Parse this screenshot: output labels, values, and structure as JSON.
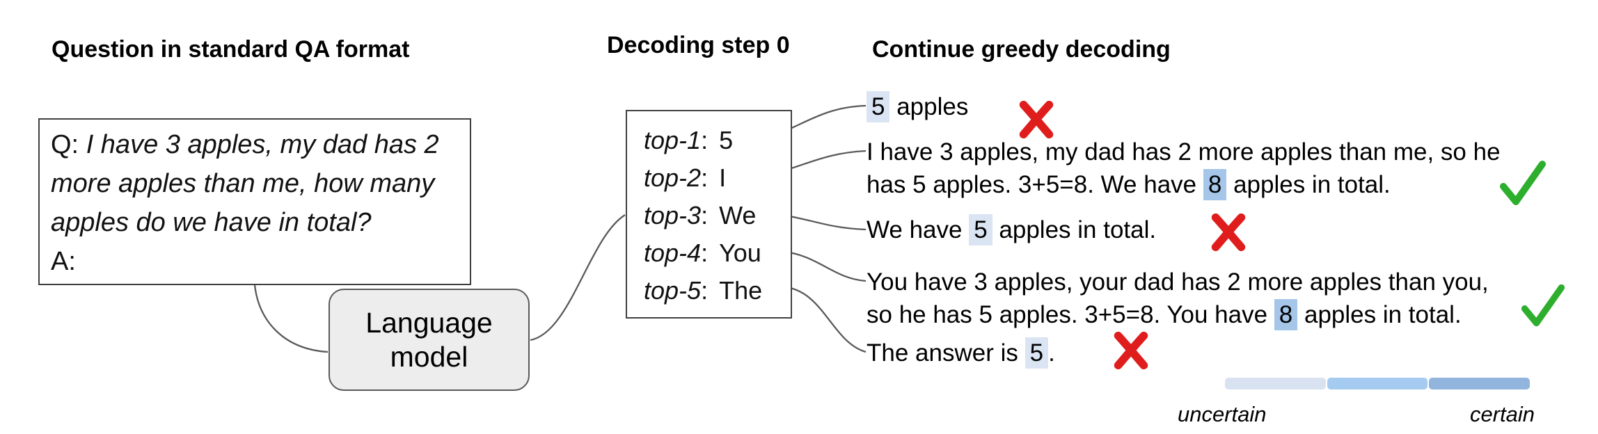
{
  "colors": {
    "highlight_light": "#dbe4f3",
    "highlight_medium": "#a5c6e9",
    "legend_1": "#d9e2f1",
    "legend_2": "#a5cbf1",
    "legend_3": "#92b5dd",
    "cross_red": "#e01d1d",
    "check_green": "#2dae2d",
    "node_fill": "#ededed",
    "line_gray": "#595959"
  },
  "qa_section": {
    "heading": "Question in standard QA format",
    "q_prefix": "Q: ",
    "q_line1": "I have 3 apples, my dad has 2",
    "q_line2": "more apples than me, how many",
    "q_line3": "apples do we have in total?",
    "a_prefix": "A:"
  },
  "language_model": {
    "label": "Language model"
  },
  "decoding": {
    "heading": "Decoding step 0",
    "candidates": [
      {
        "rank": "top-1",
        "sep": ":",
        "token": "5"
      },
      {
        "rank": "top-2",
        "sep": ":",
        "token": "I"
      },
      {
        "rank": "top-3",
        "sep": ":",
        "token": "We"
      },
      {
        "rank": "top-4",
        "sep": ":",
        "token": "You"
      },
      {
        "rank": "top-5",
        "sep": ":",
        "token": "The"
      }
    ]
  },
  "continuations": {
    "heading": "Continue greedy decoding",
    "responses": [
      {
        "hl": "5",
        "post": " apples",
        "mark": "cross"
      },
      {
        "line1": "I have 3 apples, my dad has 2 more apples than me, so he",
        "line2_pre": "has 5 apples. 3+5=8. We have ",
        "hl": "8",
        "line2_post": " apples in total.",
        "mark": "check"
      },
      {
        "pre": "We have ",
        "hl": "5",
        "post": " apples in total.",
        "mark": "cross"
      },
      {
        "line1": "You have 3 apples, your dad has 2 more apples than you,",
        "line2_pre": "so he has 5 apples. 3+5=8. You have ",
        "hl": "8",
        "line2_post": " apples in total.",
        "mark": "check"
      },
      {
        "pre": "The answer is ",
        "hl": "5",
        "post": ".",
        "mark": "cross"
      }
    ]
  },
  "legend": {
    "left_label": "uncertain",
    "right_label": "certain"
  }
}
